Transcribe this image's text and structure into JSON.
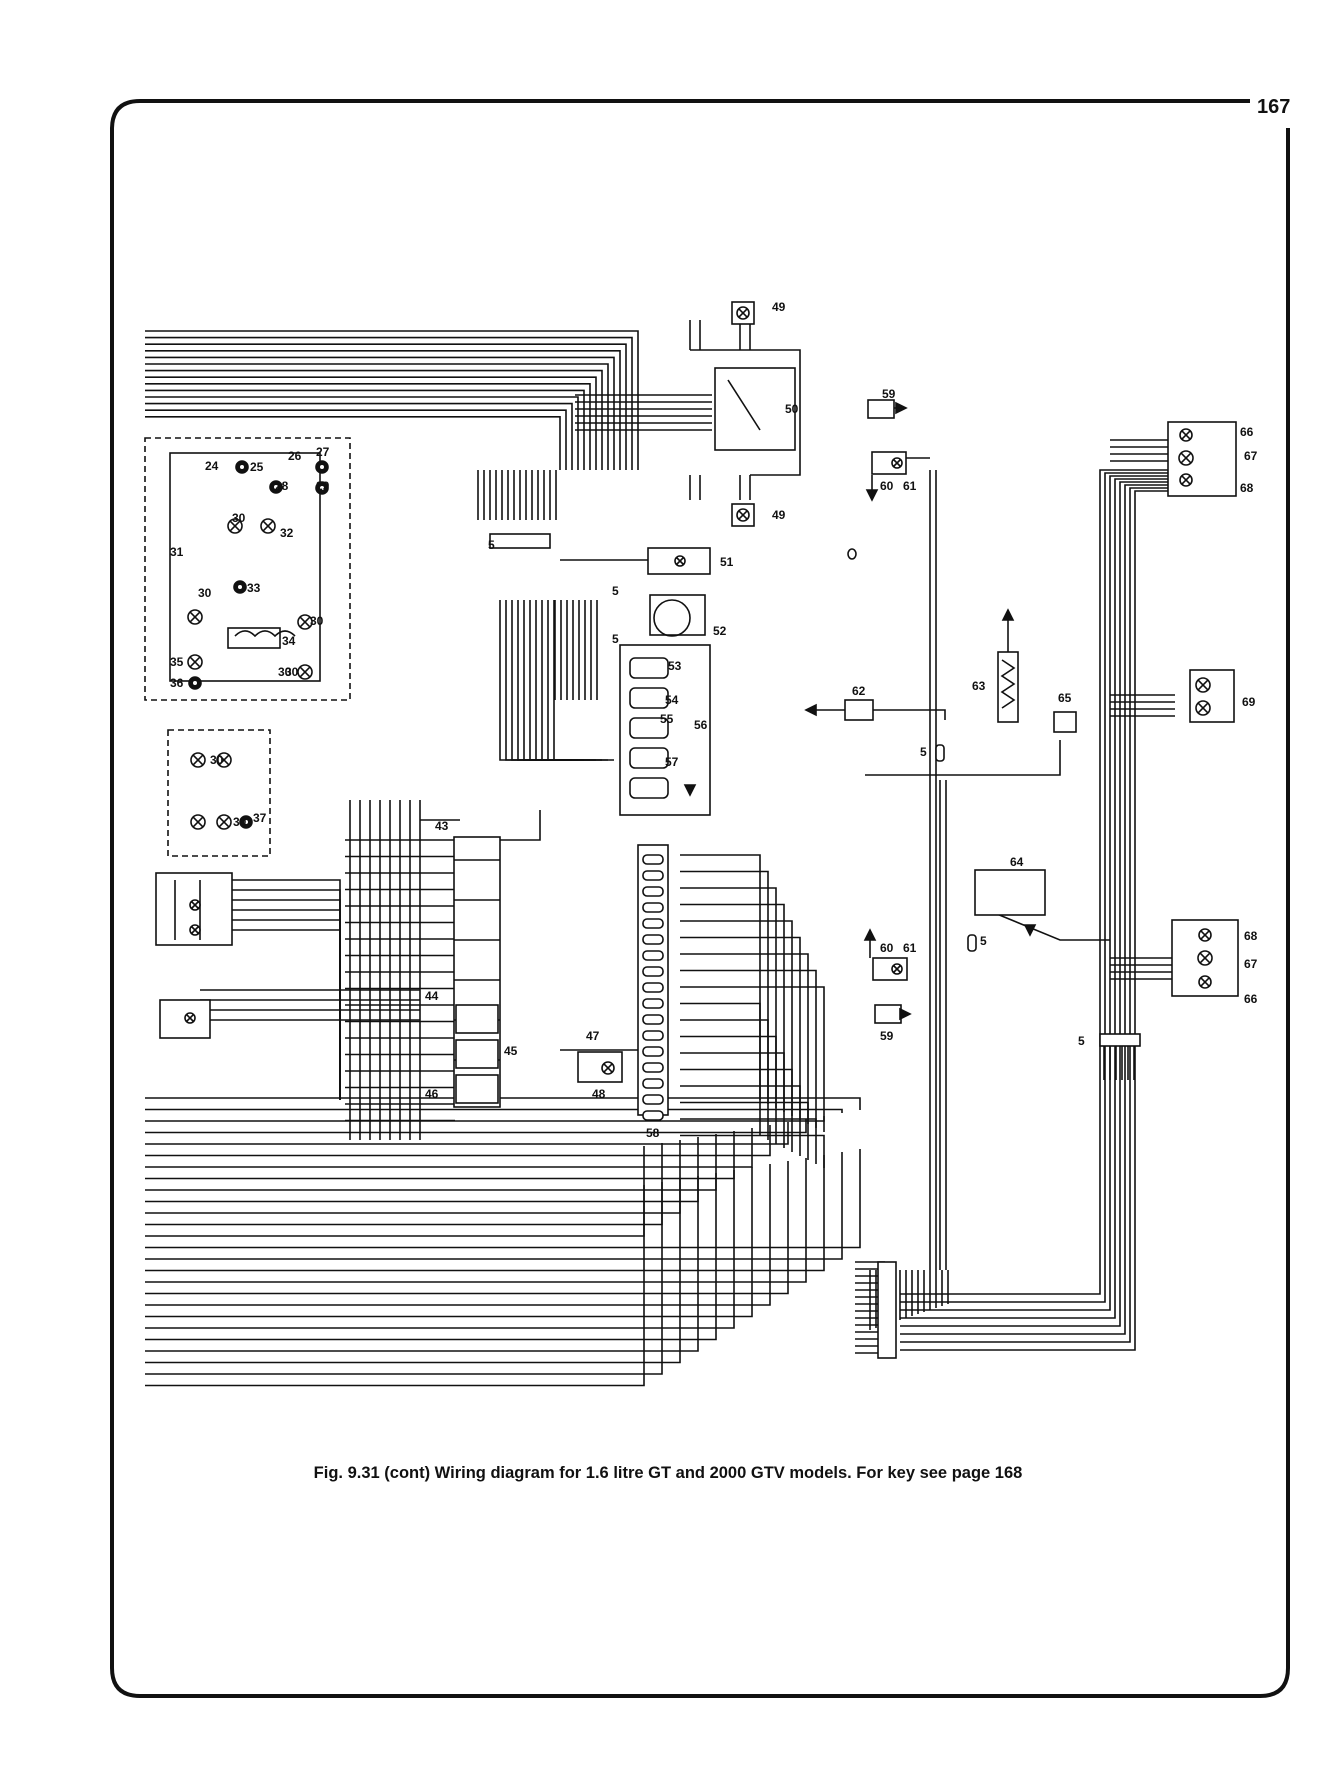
{
  "page": {
    "number": "167"
  },
  "caption": "Fig. 9.31 (cont) Wiring diagram for 1.6 litre GT and 2000 GTV models. For key see page 168",
  "components": [
    {
      "id": "c24",
      "label": "24"
    },
    {
      "id": "c25",
      "label": "25"
    },
    {
      "id": "c26",
      "label": "26"
    },
    {
      "id": "c27",
      "label": "27"
    },
    {
      "id": "c28",
      "label": "28"
    },
    {
      "id": "c29",
      "label": "29"
    },
    {
      "id": "c30a",
      "label": "30"
    },
    {
      "id": "c30b",
      "label": "30"
    },
    {
      "id": "c30c",
      "label": "30"
    },
    {
      "id": "c30d",
      "label": "30"
    },
    {
      "id": "c30e",
      "label": "30"
    },
    {
      "id": "c30f",
      "label": "30"
    },
    {
      "id": "c30g",
      "label": "30"
    },
    {
      "id": "c31",
      "label": "31"
    },
    {
      "id": "c32",
      "label": "32"
    },
    {
      "id": "c33",
      "label": "33"
    },
    {
      "id": "c34",
      "label": "34"
    },
    {
      "id": "c35",
      "label": "35"
    },
    {
      "id": "c36",
      "label": "36"
    },
    {
      "id": "c37",
      "label": "37"
    },
    {
      "id": "c43",
      "label": "43"
    },
    {
      "id": "c44",
      "label": "44"
    },
    {
      "id": "c45",
      "label": "45"
    },
    {
      "id": "c46",
      "label": "46"
    },
    {
      "id": "c47",
      "label": "47"
    },
    {
      "id": "c48",
      "label": "48"
    },
    {
      "id": "c49a",
      "label": "49"
    },
    {
      "id": "c49b",
      "label": "49"
    },
    {
      "id": "c50",
      "label": "50"
    },
    {
      "id": "c51",
      "label": "51"
    },
    {
      "id": "c52",
      "label": "52"
    },
    {
      "id": "c53",
      "label": "53"
    },
    {
      "id": "c54",
      "label": "54"
    },
    {
      "id": "c55",
      "label": "55"
    },
    {
      "id": "c56",
      "label": "56"
    },
    {
      "id": "c57",
      "label": "57"
    },
    {
      "id": "c58",
      "label": "58"
    },
    {
      "id": "c59a",
      "label": "59"
    },
    {
      "id": "c59b",
      "label": "59"
    },
    {
      "id": "c60a",
      "label": "60"
    },
    {
      "id": "c60b",
      "label": "60"
    },
    {
      "id": "c61a",
      "label": "61"
    },
    {
      "id": "c61b",
      "label": "61"
    },
    {
      "id": "c62",
      "label": "62"
    },
    {
      "id": "c63",
      "label": "63"
    },
    {
      "id": "c64",
      "label": "64"
    },
    {
      "id": "c65",
      "label": "65"
    },
    {
      "id": "c66a",
      "label": "66"
    },
    {
      "id": "c66b",
      "label": "66"
    },
    {
      "id": "c67a",
      "label": "67"
    },
    {
      "id": "c67b",
      "label": "67"
    },
    {
      "id": "c68a",
      "label": "68"
    },
    {
      "id": "c68b",
      "label": "68"
    },
    {
      "id": "c69",
      "label": "69"
    },
    {
      "id": "c5a",
      "label": "5"
    },
    {
      "id": "c5b",
      "label": "5"
    },
    {
      "id": "c5c",
      "label": "5"
    },
    {
      "id": "c5d",
      "label": "5"
    },
    {
      "id": "c5e",
      "label": "5"
    },
    {
      "id": "c5f",
      "label": "5"
    }
  ],
  "colors": {
    "ink": "#111111",
    "paper": "#ffffff"
  }
}
